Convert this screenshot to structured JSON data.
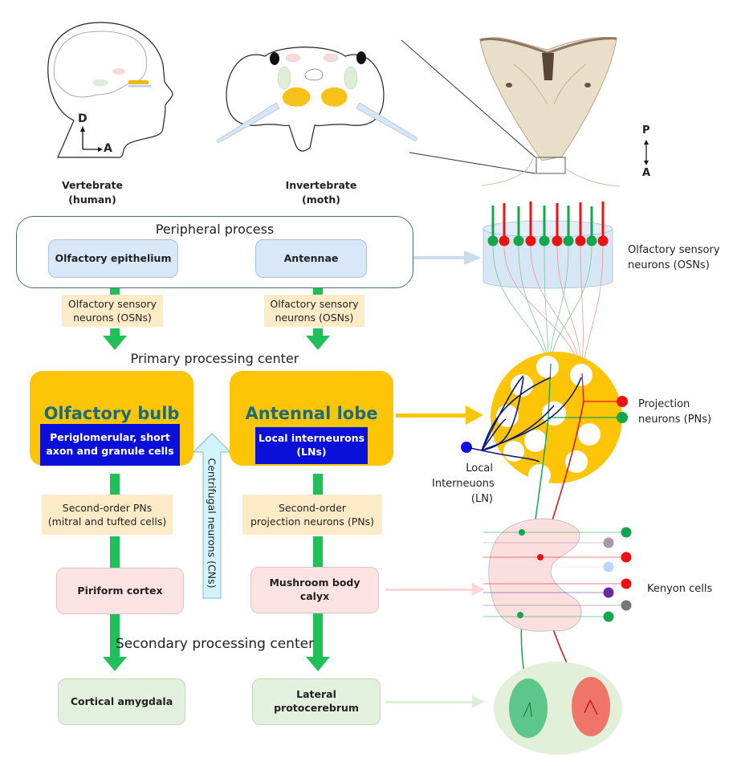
{
  "header": {
    "vertebrate": {
      "line1": "Vertebrate",
      "line2": "(human)"
    },
    "invertebrate": {
      "line1": "Invertebrate",
      "line2": "(moth)"
    },
    "axis_human": {
      "dorsal": "D",
      "anterior": "A"
    },
    "axis_moth": {
      "posterior": "P",
      "anterior": "A"
    }
  },
  "peripheral": {
    "title": "Peripheral process",
    "vertebrate_box": "Olfactory epithelium",
    "invertebrate_box": "Antennae"
  },
  "connector1": {
    "vertebrate": {
      "line1": "Olfactory sensory",
      "line2": "neurons (OSNs)"
    },
    "invertebrate": {
      "line1": "Olfactory sensory",
      "line2": "neurons (OSNs)"
    }
  },
  "primary": {
    "title": "Primary processing center",
    "vertebrate_region": "Olfactory bulb",
    "vertebrate_cells": {
      "line1": "Periglomerular, short",
      "line2": "axon and granule cells"
    },
    "invertebrate_region": "Antennal lobe",
    "invertebrate_cells": {
      "line1": "Local interneurons",
      "line2": "(LNs)"
    }
  },
  "centrifugal": "Centrifugal neurons (CNs)",
  "connector2": {
    "vertebrate": {
      "line1": "Second-order PNs",
      "line2": "(mitral and tufted cells)"
    },
    "invertebrate": {
      "line1": "Second-order",
      "line2": "projection neurons (PNs)"
    }
  },
  "secondary": {
    "title": "Secondary processing center",
    "vertebrate_box1": "Piriform cortex",
    "invertebrate_box1": {
      "line1": "Mushroom body",
      "line2": "calyx"
    },
    "vertebrate_box2": "Cortical amygdala",
    "invertebrate_box2": {
      "line1": "Lateral",
      "line2": "protocerebrum"
    }
  },
  "schematic": {
    "osn_label": {
      "line1": "Olfactory sensory",
      "line2": "neurons (OSNs)"
    },
    "pn_label": {
      "line1": "Projection",
      "line2": "neurons (PNs)"
    },
    "ln_label": {
      "line1": "Local",
      "line2": "Interneuons",
      "line3": "(LN)"
    },
    "kc_label": "Kenyon cells"
  },
  "colors": {
    "flow_arrow": "#1fbf5a",
    "bulb_lobe": "#fdc506",
    "interneuron_box": "#0a10d8",
    "region_title": "#1b6b7a",
    "label_bg": "#fdebc8",
    "peripheral_box": "#d9e8f8",
    "mushroom_box": "#fbe3e3",
    "lateral_box": "#e3f0dd",
    "neuron_green": "#12a74a",
    "neuron_red": "#ee1111"
  }
}
